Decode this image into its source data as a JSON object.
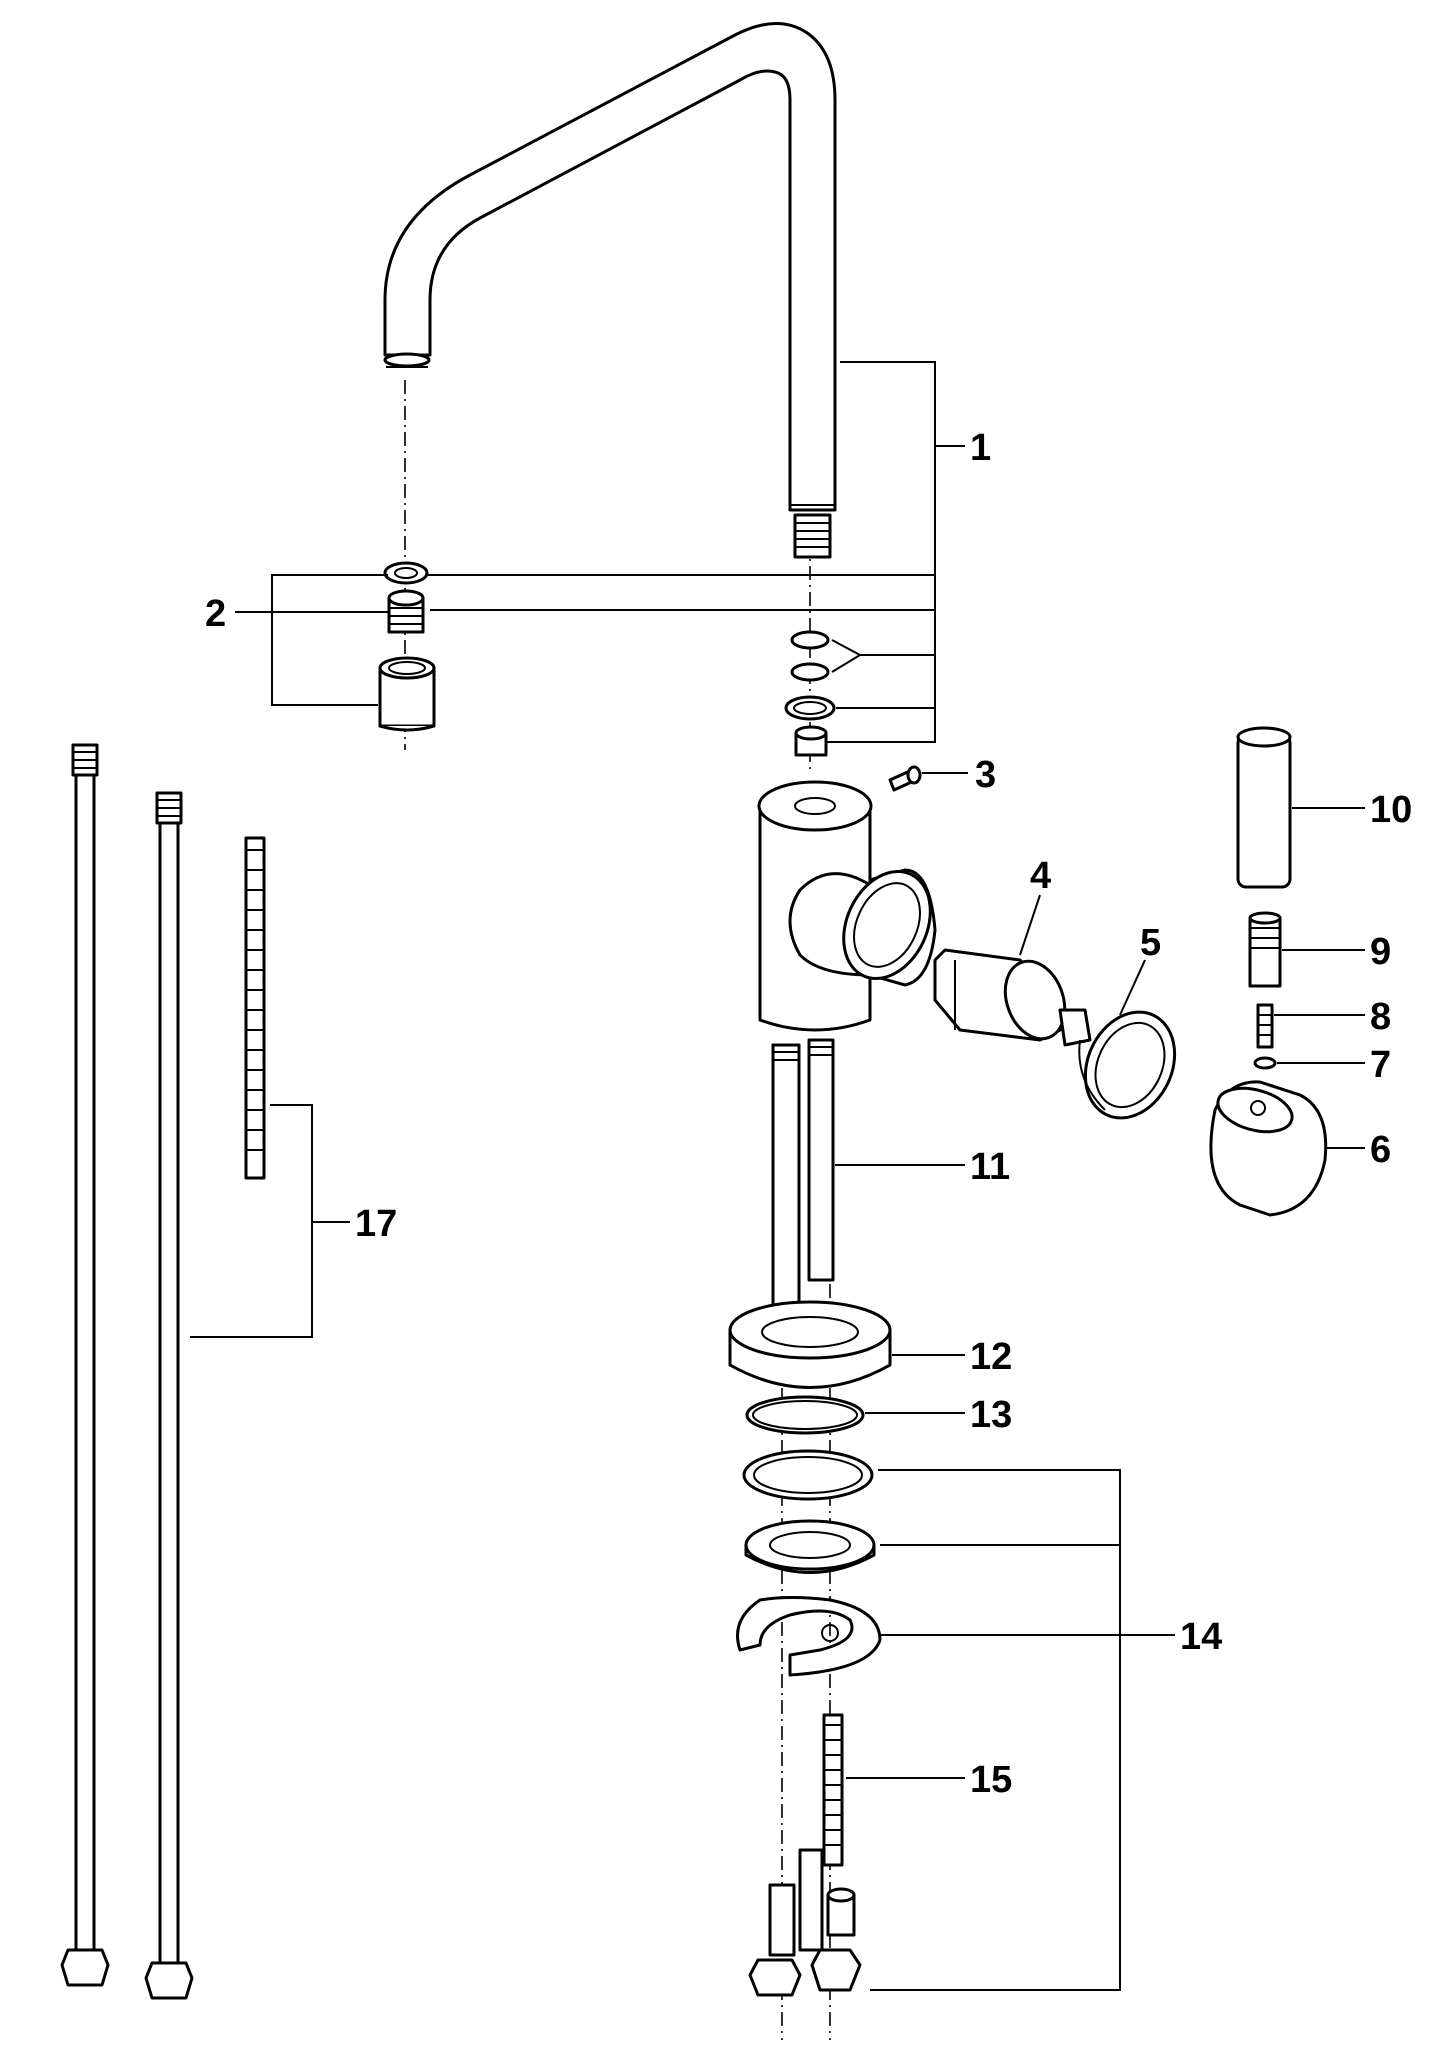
{
  "diagram": {
    "type": "exploded-parts-view",
    "part_numbers": [
      "1",
      "2",
      "3",
      "4",
      "5",
      "6",
      "7",
      "8",
      "9",
      "10",
      "11",
      "12",
      "13",
      "14",
      "15",
      "17"
    ]
  },
  "colors": {
    "line": "#000000",
    "background": "#ffffff"
  }
}
